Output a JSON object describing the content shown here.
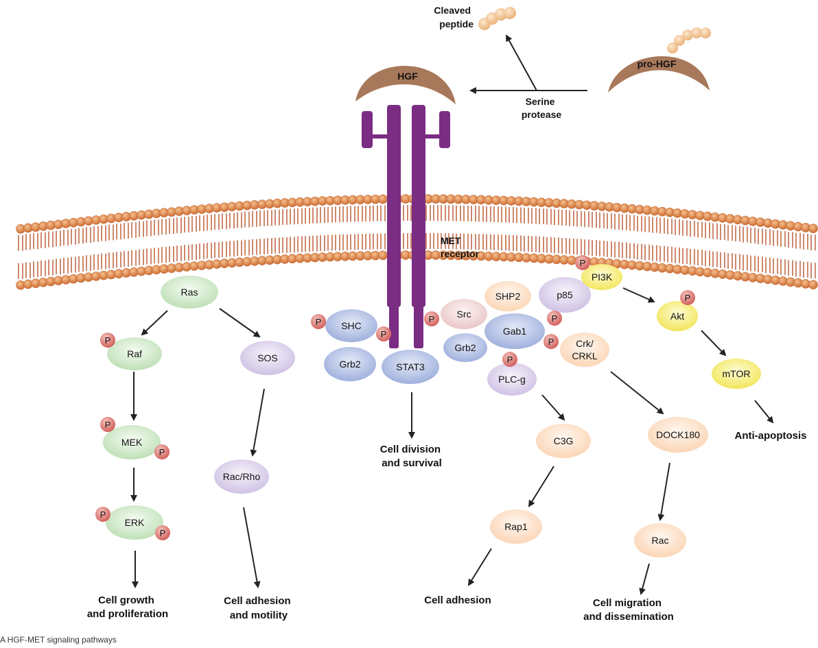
{
  "labels": {
    "cleaved_peptide": [
      "Cleaved",
      "peptide"
    ],
    "hgf": "HGF",
    "pro_hgf": "pro-HGF",
    "serine_protease": [
      "Serine",
      "protease"
    ],
    "met_receptor": [
      "MET",
      "receptor"
    ]
  },
  "molecules": {
    "ras": "Ras",
    "raf": "Raf",
    "mek": "MEK",
    "erk": "ERK",
    "sos": "SOS",
    "rac_rho": "Rac/Rho",
    "shc": "SHC",
    "grb2_left": "Grb2",
    "stat3": "STAT3",
    "src": "Src",
    "shp2": "SHP2",
    "grb2_right": "Grb2",
    "gab1": "Gab1",
    "plcg": "PLC-g",
    "p85": "p85",
    "pi3k": "PI3K",
    "akt": "Akt",
    "mtor": "mTOR",
    "crk": [
      "Crk/",
      "CRKL"
    ],
    "c3g": "C3G",
    "rap1": "Rap1",
    "dock180": "DOCK180",
    "rac": "Rac",
    "phospho": "P"
  },
  "outcomes": {
    "growth": [
      "Cell growth",
      "and proliferation"
    ],
    "adhesion_motility": [
      "Cell adhesion",
      "and motility"
    ],
    "division": [
      "Cell division",
      "and survival"
    ],
    "adhesion": "Cell adhesion",
    "migration": [
      "Cell migration",
      "and dissemination"
    ],
    "anti_apoptosis": "Anti-apoptosis"
  },
  "caption": "A HGF-MET signaling pathways",
  "colors": {
    "green": "#cfe8c9",
    "purple": "#ddd4ec",
    "blue": "#b2c0e4",
    "peach": "#fde3cc",
    "pink": "#f3dada",
    "yellow": "#f8f08a",
    "phospho": "#e07a7a",
    "receptor": "#7b2d83",
    "hgf": "#a8785a",
    "membrane_head": "#dc8a52",
    "membrane_tail": "#b8542c"
  }
}
